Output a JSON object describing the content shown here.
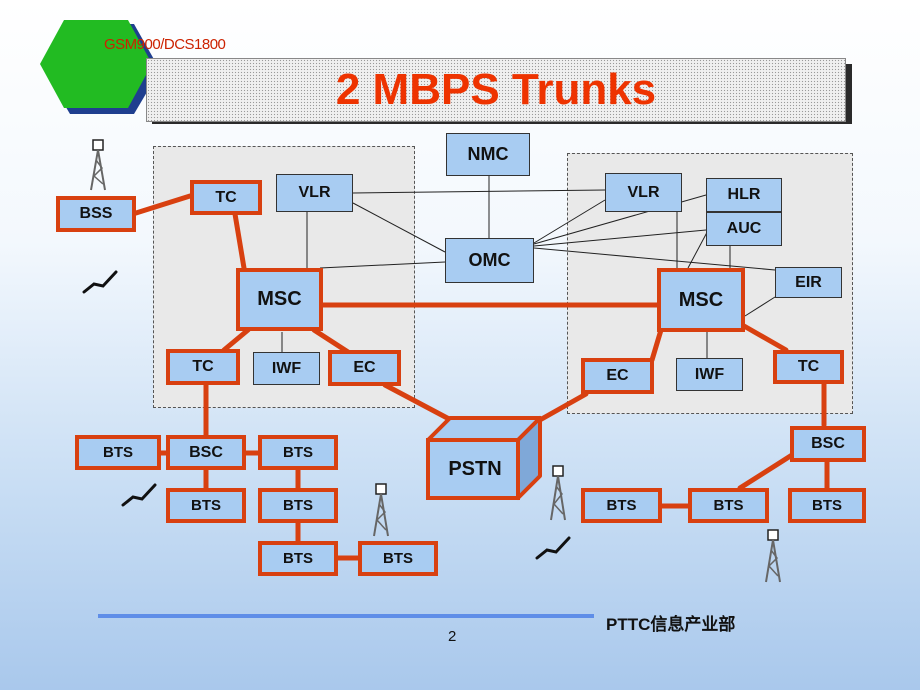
{
  "header": {
    "tag": "GSM900/DCS1800",
    "title": "2 MBPS Trunks"
  },
  "nodes": {
    "nmc": "NMC",
    "omc": "OMC",
    "vlr_left": "VLR",
    "vlr_right": "VLR",
    "hlr": "HLR",
    "auc": "AUC",
    "eir": "EIR",
    "msc_left": "MSC",
    "msc_right": "MSC",
    "tc_top_left": "TC",
    "bss": "BSS",
    "tc_left": "TC",
    "iwf_left": "IWF",
    "ec_left": "EC",
    "ec_right": "EC",
    "iwf_right": "IWF",
    "tc_right": "TC",
    "bsc_left": "BSC",
    "bsc_right": "BSC",
    "pstn": "PSTN",
    "bts_l1": "BTS",
    "bts_l2": "BTS",
    "bts_l3": "BTS",
    "bts_l4": "BTS",
    "bts_l5": "BTS",
    "bts_l6": "BTS",
    "bts_r1": "BTS",
    "bts_r2": "BTS",
    "bts_r3": "BTS"
  },
  "footer": {
    "org": "PTTC信息产业部",
    "page_number": "2"
  },
  "colors": {
    "trunk": "#d84010",
    "node_fill": "#a8ccf2",
    "title_text": "#ee3300",
    "header_tag": "#cc2200",
    "footer_line": "#5f8ee8"
  }
}
